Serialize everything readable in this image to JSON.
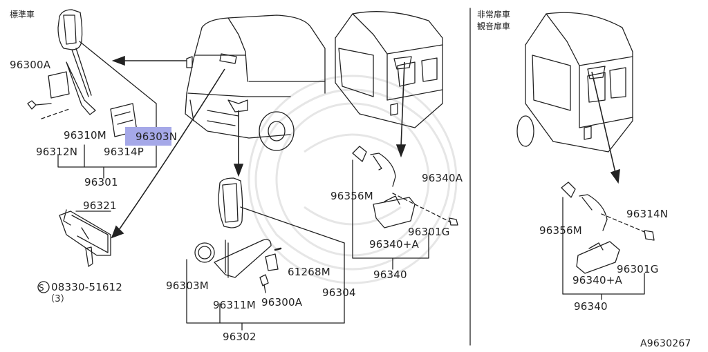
{
  "headings": {
    "standard": "標準車",
    "emergency_line1": "非常扉車",
    "emergency_line2": "観音扉車"
  },
  "parts": {
    "p96300A_top": "96300A",
    "p96310M": "96310M",
    "p96303N": "96303N",
    "p96312N": "96312N",
    "p96314P": "96314P",
    "p96301": "96301",
    "p96321": "96321",
    "p08330": "08330-51612",
    "p08330_qty": "（3）",
    "p96303M": "96303M",
    "p61268M": "61268M",
    "p96304": "96304",
    "p96311M": "96311M",
    "p96300A_mid": "96300A",
    "p96302": "96302",
    "p96356M_a": "96356M",
    "p96340A": "96340A",
    "p96301G_a": "96301G",
    "p96340plusA_a": "96340+A",
    "p96340_a": "96340",
    "p96314N": "96314N",
    "p96356M_b": "96356M",
    "p96301G_b": "96301G",
    "p96340plusA_b": "96340+A",
    "p96340_b": "96340"
  },
  "diagram_code": "A9630267",
  "highlight_part": "96303N",
  "colors": {
    "line": "#222222",
    "highlight": "#a5a8e8",
    "watermark": "#e6e6e6"
  }
}
